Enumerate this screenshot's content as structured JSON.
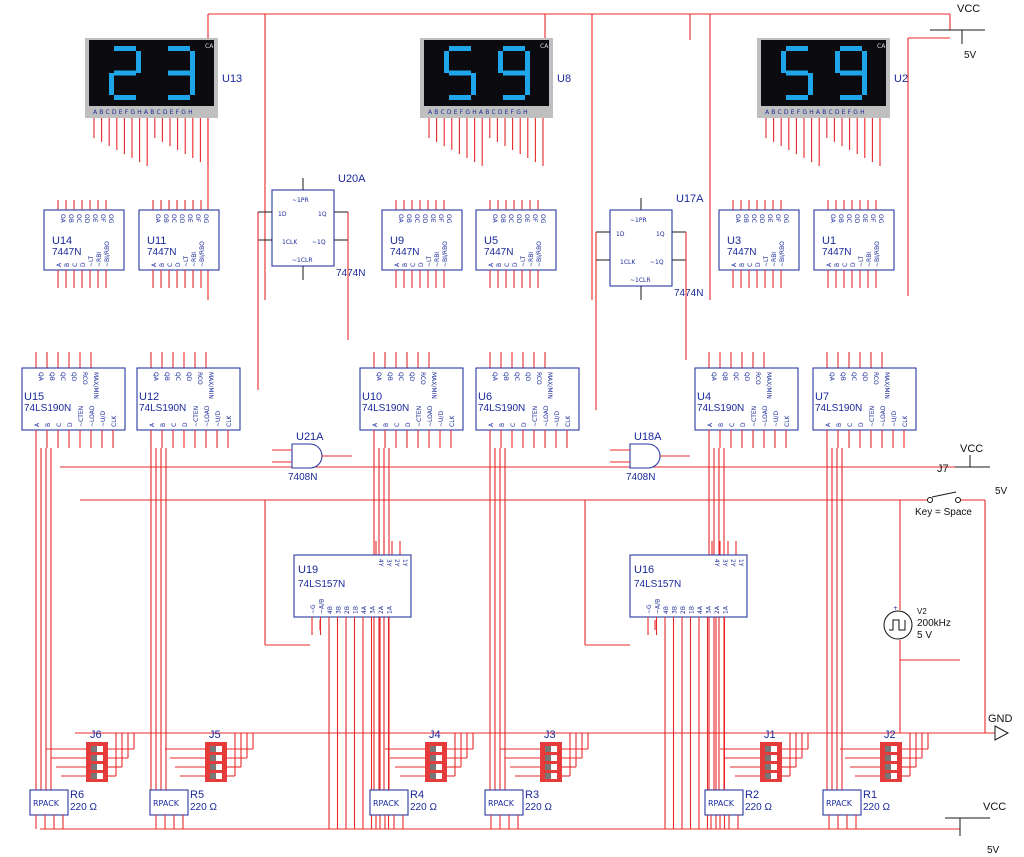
{
  "power": {
    "vcc_label": "VCC",
    "v5_label": "5V",
    "gnd_label": "GND"
  },
  "displays": [
    {
      "ref": "U13",
      "digits": [
        "2",
        "3"
      ],
      "tag": "CA",
      "pins": "ABCDEFGHABCDEFGH"
    },
    {
      "ref": "U8",
      "digits": [
        "5",
        "9"
      ],
      "tag": "CA",
      "pins": "ABCDEFGHABCDEFGH"
    },
    {
      "ref": "U2",
      "digits": [
        "5",
        "9"
      ],
      "tag": "CA",
      "pins": "ABCDEFGHABCDEFGH"
    }
  ],
  "decoders": [
    {
      "ref": "U14",
      "part": "7447N"
    },
    {
      "ref": "U11",
      "part": "7447N"
    },
    {
      "ref": "U9",
      "part": "7447N"
    },
    {
      "ref": "U5",
      "part": "7447N"
    },
    {
      "ref": "U3",
      "part": "7447N"
    },
    {
      "ref": "U1",
      "part": "7447N"
    }
  ],
  "decoder_pins": {
    "top": [
      "OA",
      "OB",
      "OC",
      "OD",
      "OE",
      "OF",
      "OG"
    ],
    "bottom": [
      "A",
      "B",
      "C",
      "D",
      "~LT",
      "~RBI",
      "~BI/RBO"
    ]
  },
  "flipflops": [
    {
      "ref": "U20A",
      "part": "7474N",
      "pins": [
        "~1PR",
        "1D",
        "1Q",
        "1CLK",
        "~1Q",
        "~1CLR"
      ]
    },
    {
      "ref": "U17A",
      "part": "7474N",
      "pins": [
        "~1PR",
        "1D",
        "1Q",
        "1CLK",
        "~1Q",
        "~1CLR"
      ]
    }
  ],
  "counters": [
    {
      "ref": "U15",
      "part": "74LS190N"
    },
    {
      "ref": "U12",
      "part": "74LS190N"
    },
    {
      "ref": "U10",
      "part": "74LS190N"
    },
    {
      "ref": "U6",
      "part": "74LS190N"
    },
    {
      "ref": "U4",
      "part": "74LS190N"
    },
    {
      "ref": "U7",
      "part": "74LS190N"
    }
  ],
  "counter_pins": {
    "top": [
      "QA",
      "QB",
      "QC",
      "QD",
      "RCO",
      "MAX/MIN"
    ],
    "bottom": [
      "A",
      "B",
      "C",
      "D",
      "~CTEN",
      "~LOAD",
      "~U/D",
      "CLK"
    ]
  },
  "gates": [
    {
      "ref": "U21A",
      "part": "7408N"
    },
    {
      "ref": "U18A",
      "part": "7408N"
    }
  ],
  "muxes": [
    {
      "ref": "U19",
      "part": "74LS157N"
    },
    {
      "ref": "U16",
      "part": "74LS157N"
    }
  ],
  "mux_pins": {
    "top": [
      "4Y",
      "3Y",
      "2Y",
      "1Y"
    ],
    "bottom": [
      "~G",
      "~A/B",
      "4B",
      "3B",
      "2B",
      "1B",
      "4A",
      "3A",
      "2A",
      "1A"
    ]
  },
  "dipswitches": [
    "J6",
    "J5",
    "J4",
    "J3",
    "J1",
    "J2"
  ],
  "rpacks": [
    {
      "ref": "R6",
      "label": "RPACK",
      "value": "220 Ω"
    },
    {
      "ref": "R5",
      "label": "RPACK",
      "value": "220 Ω"
    },
    {
      "ref": "R4",
      "label": "RPACK",
      "value": "220 Ω"
    },
    {
      "ref": "R3",
      "label": "RPACK",
      "value": "220 Ω"
    },
    {
      "ref": "R2",
      "label": "RPACK",
      "value": "220 Ω"
    },
    {
      "ref": "R1",
      "label": "RPACK",
      "value": "220 Ω"
    }
  ],
  "switch_j7": {
    "ref": "J7",
    "key": "Key = Space"
  },
  "clock_source": {
    "ref": "V2",
    "freq": "200kHz",
    "volt": "5 V"
  }
}
